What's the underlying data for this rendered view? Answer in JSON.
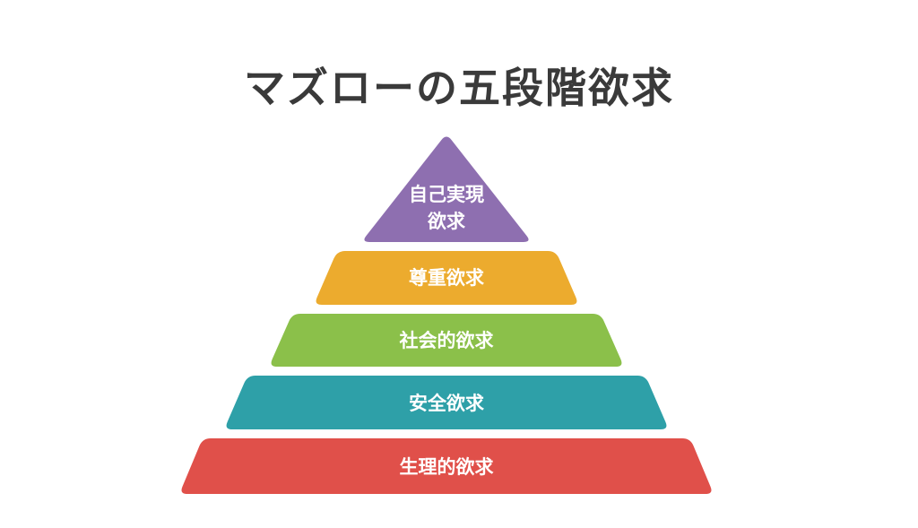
{
  "title": "マズローの五段階欲求",
  "tiers": [
    {
      "lines": [
        "自己実現",
        "欲求"
      ],
      "color": "#8e6fb0"
    },
    {
      "lines": [
        "尊重欲求"
      ],
      "color": "#ecab2e"
    },
    {
      "lines": [
        "社会的欲求"
      ],
      "color": "#8bc04a"
    },
    {
      "lines": [
        "安全欲求"
      ],
      "color": "#2ea0a8"
    },
    {
      "lines": [
        "生理的欲求"
      ],
      "color": "#e0504a"
    }
  ]
}
